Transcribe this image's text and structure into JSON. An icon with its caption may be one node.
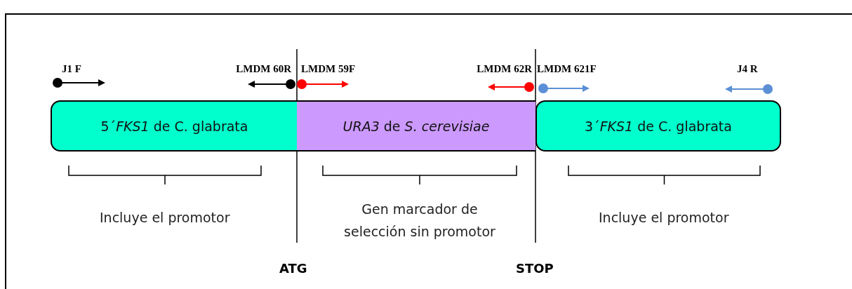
{
  "diagram": {
    "nodes": [
      {
        "text": [
          "5´*FKS1* de C. glabrata"
        ]
      },
      {
        "text": [
          "*URA3* de *S. cerevisiae*"
        ]
      },
      {
        "text": [
          "3´*FKS1* de C. glabrata"
        ]
      }
    ],
    "labels": [
      "J1 F",
      "LMDM 60R",
      "LMDM 59F",
      "LMDM 62R",
      "LMDM 621F",
      "J4 R",
      "Incluye el promotor",
      "Gen marcador de selección sin promotor",
      "Incluye el promotor",
      "ATG",
      "STOP"
    ]
  }
}
